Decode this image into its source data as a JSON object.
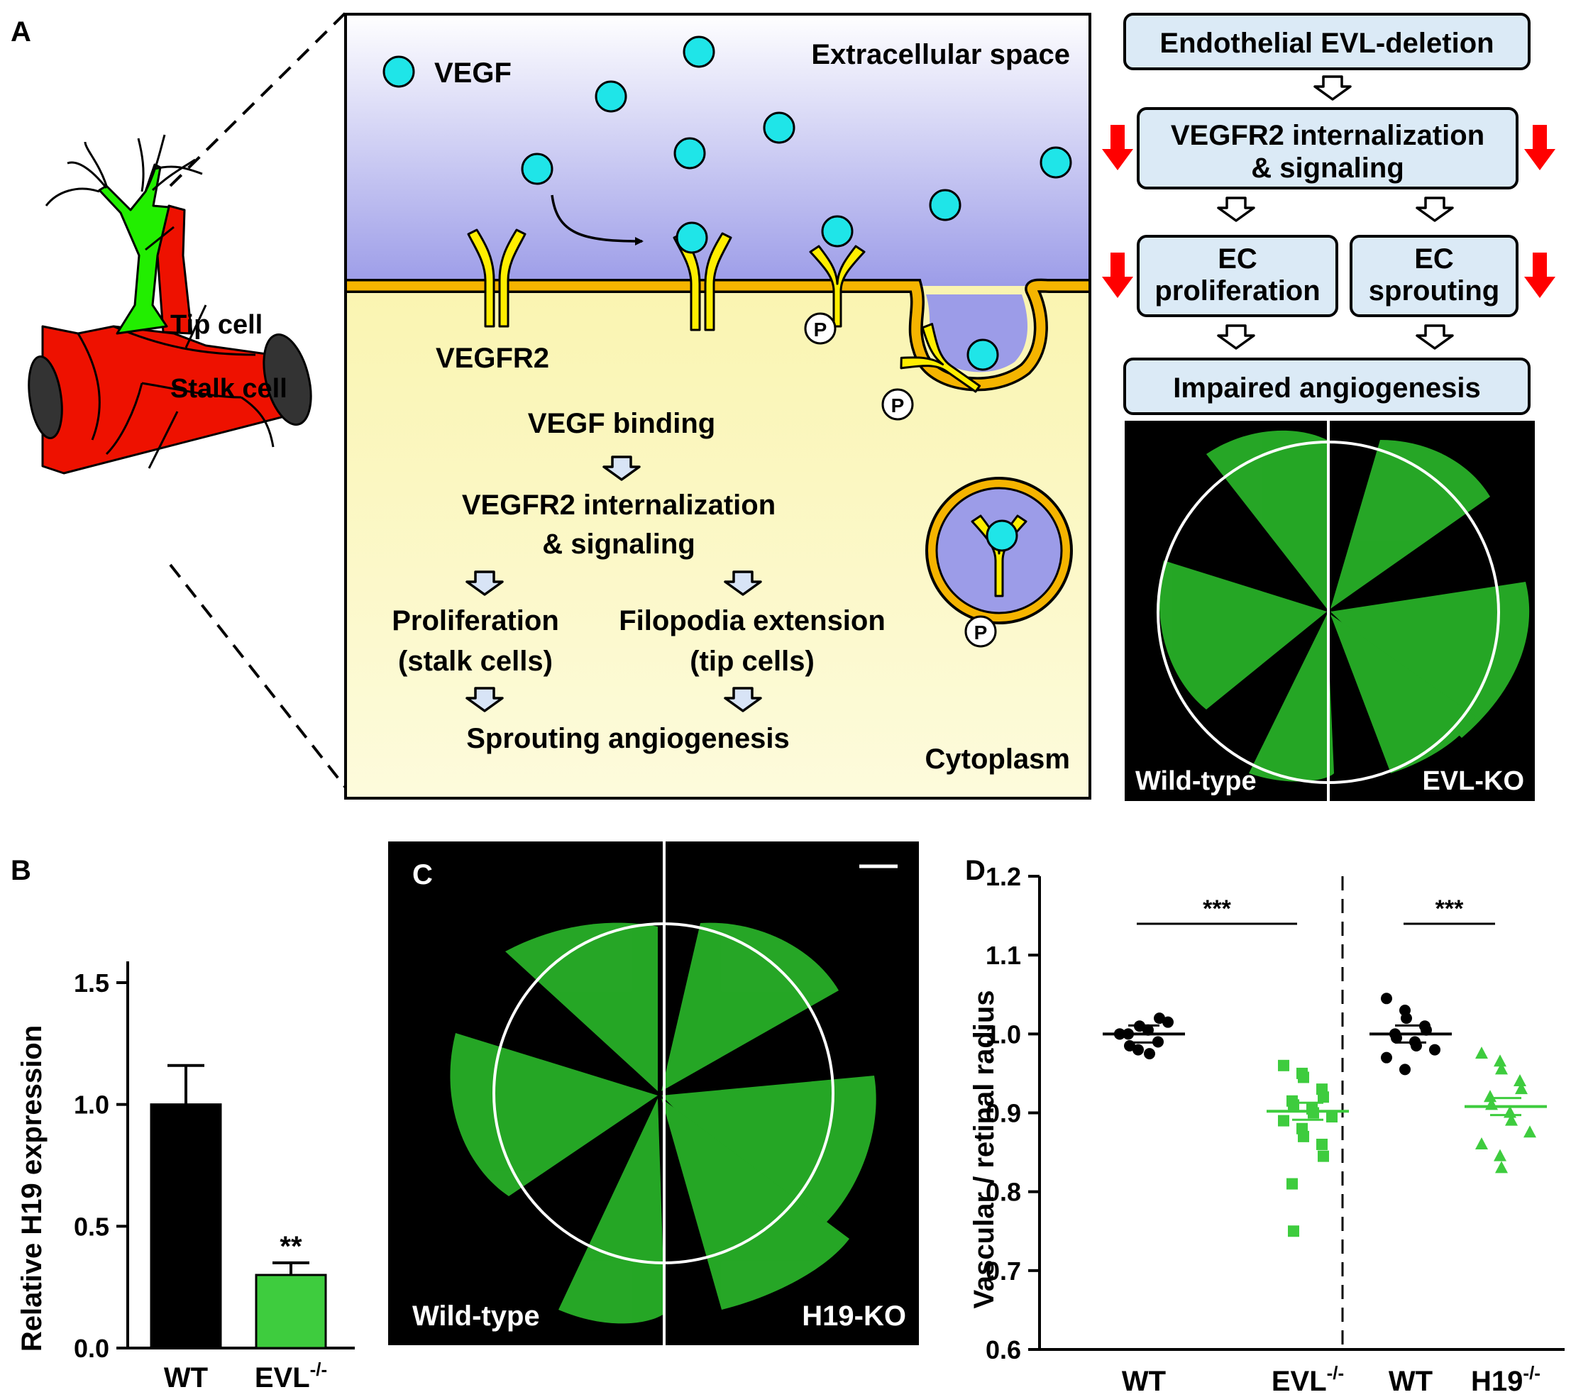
{
  "panel_letters": {
    "a": "A",
    "b": "B",
    "c": "C",
    "d": "D"
  },
  "panel_a": {
    "cell_labels": {
      "tip": "Tip cell",
      "stalk": "Stalk cell"
    },
    "membrane": {
      "extracellular": "Extracellular space",
      "cytoplasm": "Cytoplasm",
      "vegf": "VEGF",
      "receptor": "VEGFR2",
      "phospho": "P"
    },
    "pathway": {
      "binding": "VEGF binding",
      "internalization_1": "VEGFR2 internalization",
      "internalization_2": "& signaling",
      "prolif_1": "Proliferation",
      "prolif_2": "(stalk cells)",
      "filo_1": "Filopodia extension",
      "filo_2": "(tip cells)",
      "sprouting": "Sprouting angiogenesis"
    },
    "flowchart": {
      "deletion": "Endothelial EVL-deletion",
      "internal_1": "VEGFR2 internalization",
      "internal_2": "& signaling",
      "prolif_1": "EC",
      "prolif_2": "proliferation",
      "sprout_1": "EC",
      "sprout_2": "sprouting",
      "impaired": "Impaired angiogenesis"
    },
    "retina": {
      "left": "Wild-type",
      "right": "EVL-KO"
    }
  },
  "panel_c": {
    "left": "Wild-type",
    "right": "H19-KO"
  },
  "colors": {
    "vegf": "#1fe5e8",
    "receptor": "#ffee00",
    "membrane": "#f5b400",
    "extracellular_top": "#9c9ce8",
    "cytoplasm": "#fbf6b4",
    "flow_box": "#dbeaf6",
    "down_arrow": "#ff0000",
    "tip_cell": "#22ee00",
    "stalk_cell": "#ee1100",
    "wt": "#000000",
    "ko": "#3ecc3e",
    "retina": "#35d435"
  },
  "chart_data": [
    {
      "type": "bar",
      "ylabel": "Relative H19 expression",
      "categories": [
        "WT",
        "EVL"
      ],
      "category_superscripts": [
        "",
        "-/-"
      ],
      "values": [
        1.0,
        0.3
      ],
      "errors": [
        0.16,
        0.05
      ],
      "yticks": [
        "0.0",
        "0.5",
        "1.0",
        "1.5"
      ],
      "ylim": [
        0,
        1.5
      ],
      "significance": [
        "",
        "**"
      ]
    },
    {
      "type": "scatter",
      "ylabel": "Vascular / retinal radius",
      "categories": [
        "WT",
        "EVL",
        "WT",
        "H19"
      ],
      "category_superscripts": [
        "",
        "-/-",
        "",
        "-/-"
      ],
      "yticks": [
        "0.6",
        "0.7",
        "0.8",
        "0.9",
        "1.0",
        "1.1",
        "1.2"
      ],
      "ylim": [
        0.6,
        1.2
      ],
      "significance": [
        "***",
        "***"
      ],
      "series": [
        {
          "values": [
            1.0,
            0.98,
            1.01,
            0.99,
            1.02,
            1.0,
            0.985,
            1.005,
            0.975,
            1.015,
            1.0
          ],
          "mean": 1.0
        },
        {
          "values": [
            0.96,
            0.95,
            0.945,
            0.93,
            0.92,
            0.915,
            0.91,
            0.905,
            0.9,
            0.895,
            0.89,
            0.88,
            0.87,
            0.86,
            0.845,
            0.81,
            0.75
          ],
          "mean": 0.902
        },
        {
          "values": [
            1.045,
            1.03,
            1.02,
            1.01,
            1.005,
            1.0,
            0.995,
            0.99,
            0.985,
            0.98,
            0.97,
            0.955
          ],
          "mean": 1.0
        },
        {
          "values": [
            0.975,
            0.965,
            0.955,
            0.94,
            0.93,
            0.92,
            0.91,
            0.9,
            0.89,
            0.875,
            0.86,
            0.845,
            0.83
          ],
          "mean": 0.908
        }
      ]
    }
  ]
}
